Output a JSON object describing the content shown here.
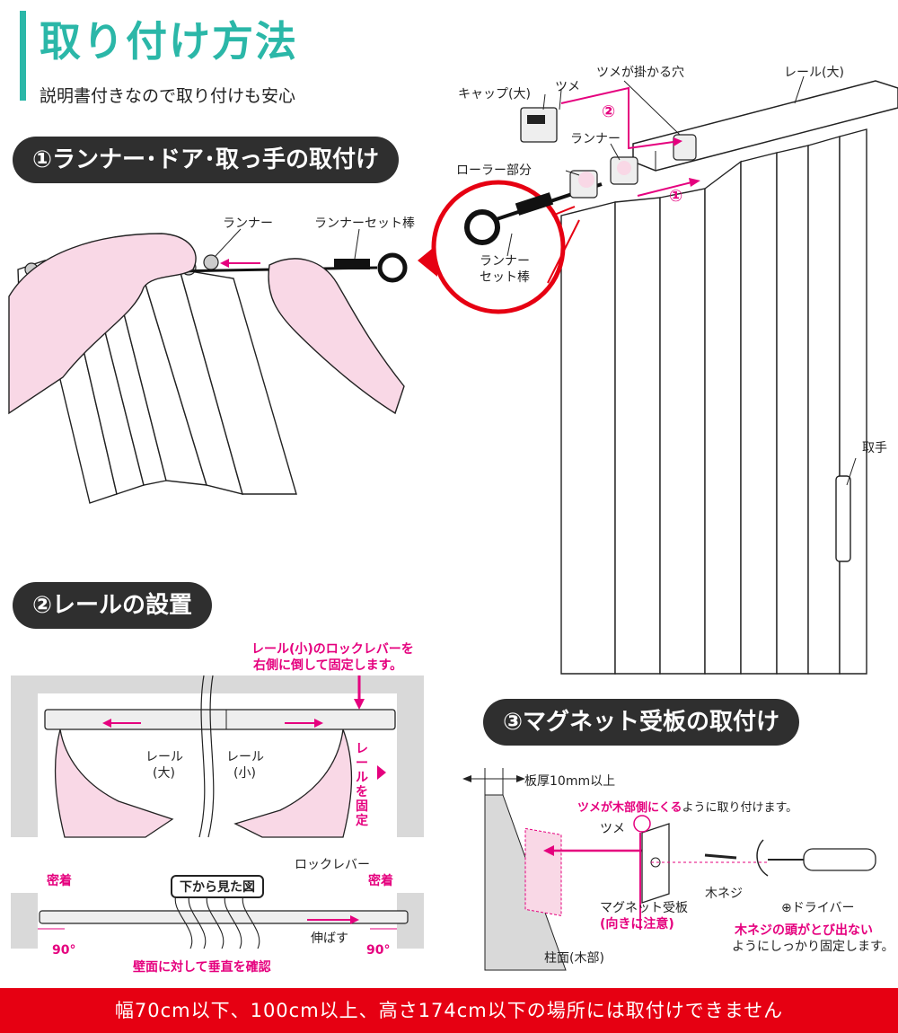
{
  "header": {
    "title": "取り付け方法",
    "subtitle": "説明書付きなので取り付けも安心"
  },
  "section1": {
    "heading": "①ランナー･ドア･取っ手の取付け",
    "label_runner": "ランナー",
    "label_runner_rod": "ランナーセット棒"
  },
  "rail_diagram": {
    "cap": "キャップ(大)",
    "tab": "ツメ",
    "tab_hole": "ツメが掛かる穴",
    "rail": "レール(大)",
    "runner": "ランナー",
    "roller": "ローラー部分",
    "step1": "①",
    "step2": "②",
    "zoom_label_1": "ランナー",
    "zoom_label_2": "セット棒",
    "handle": "取手"
  },
  "section2": {
    "heading": "②レールの設置",
    "lock_note_1": "レール(小)のロックレバーを",
    "lock_note_2": "右側に倒して固定します。",
    "rail_large_1": "レール",
    "rail_large_2": "(大)",
    "rail_small_1": "レール",
    "rail_small_2": "(小)",
    "fix_note": "レールを固定",
    "bottom_view": "下から見た図",
    "lock_lever": "ロックレバー",
    "tight_left": "密着",
    "tight_right": "密着",
    "extend": "伸ばす",
    "angle_left": "90°",
    "angle_right": "90°",
    "perp_note": "壁面に対して垂直を確認"
  },
  "section3": {
    "heading": "③マグネット受板の取付け",
    "thickness": "板厚10mm以上",
    "wood_side_1": "ツメが木部側にくる",
    "wood_side_2": "ように取り付けます。",
    "tab": "ツメ",
    "screw": "木ネジ",
    "plate": "マグネット受板",
    "orientation": "(向きに注意)",
    "driver": "⊕ドライバー",
    "screw_note_1": "木ネジの頭がとび出ない",
    "screw_note_2": "ようにしっかり固定します。",
    "pillar": "柱面(木部)"
  },
  "footer": {
    "warning": "幅70cm以下、100cm以上、高さ174cm以下の場所には取付けできません"
  },
  "colors": {
    "accent": "#2bb7a8",
    "pink": "#e5007e",
    "red": "#e60012",
    "skin": "#f9d8e6",
    "dark": "#2f2f2f"
  }
}
